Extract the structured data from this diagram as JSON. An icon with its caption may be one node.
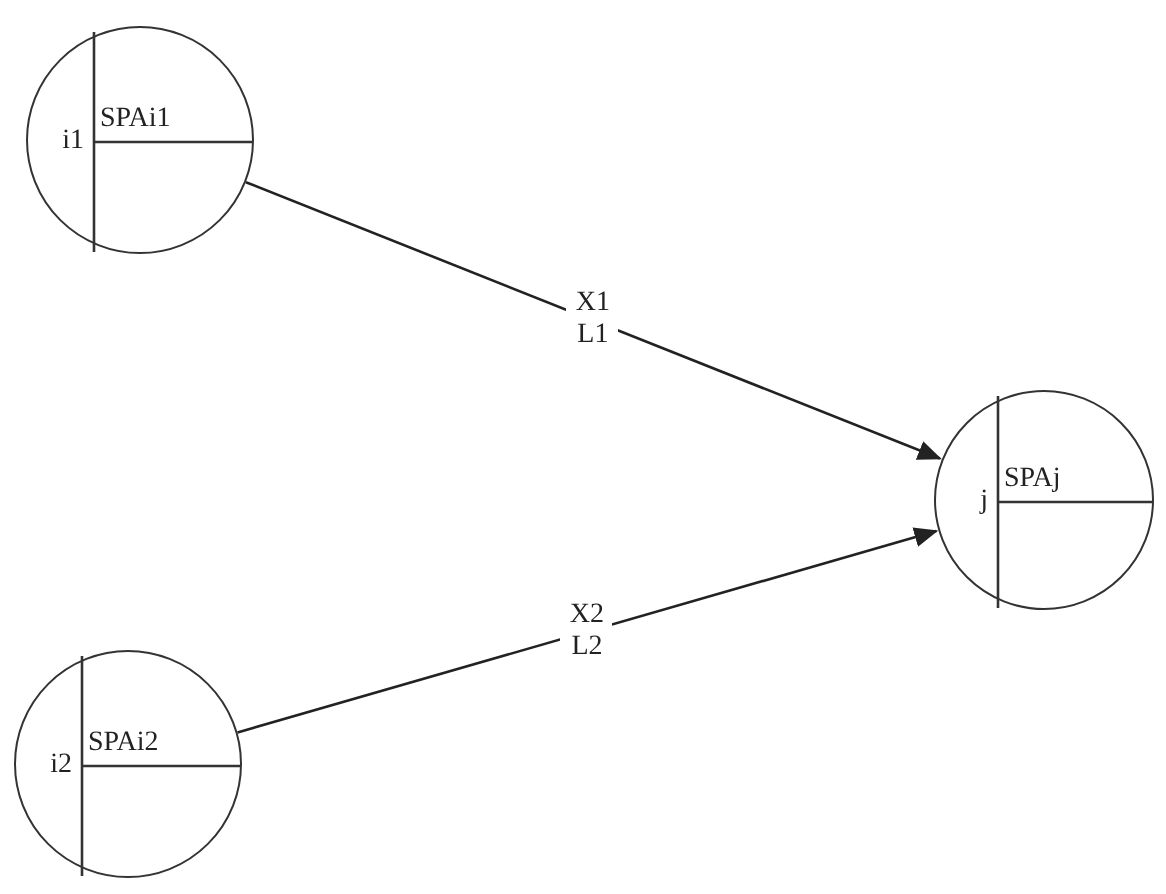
{
  "diagram": {
    "nodes": [
      {
        "text": [
          "i1",
          "SPAi1"
        ]
      },
      {
        "text": [
          "j",
          "SPAj"
        ]
      },
      {
        "text": [
          "i2",
          "SPAi2"
        ]
      }
    ],
    "edges": [
      {
        "from": 0,
        "to": 1,
        "arrow": "to",
        "label": "X1 L1"
      },
      {
        "from": 2,
        "to": 1,
        "arrow": "to",
        "label": "X2 L2"
      }
    ]
  }
}
